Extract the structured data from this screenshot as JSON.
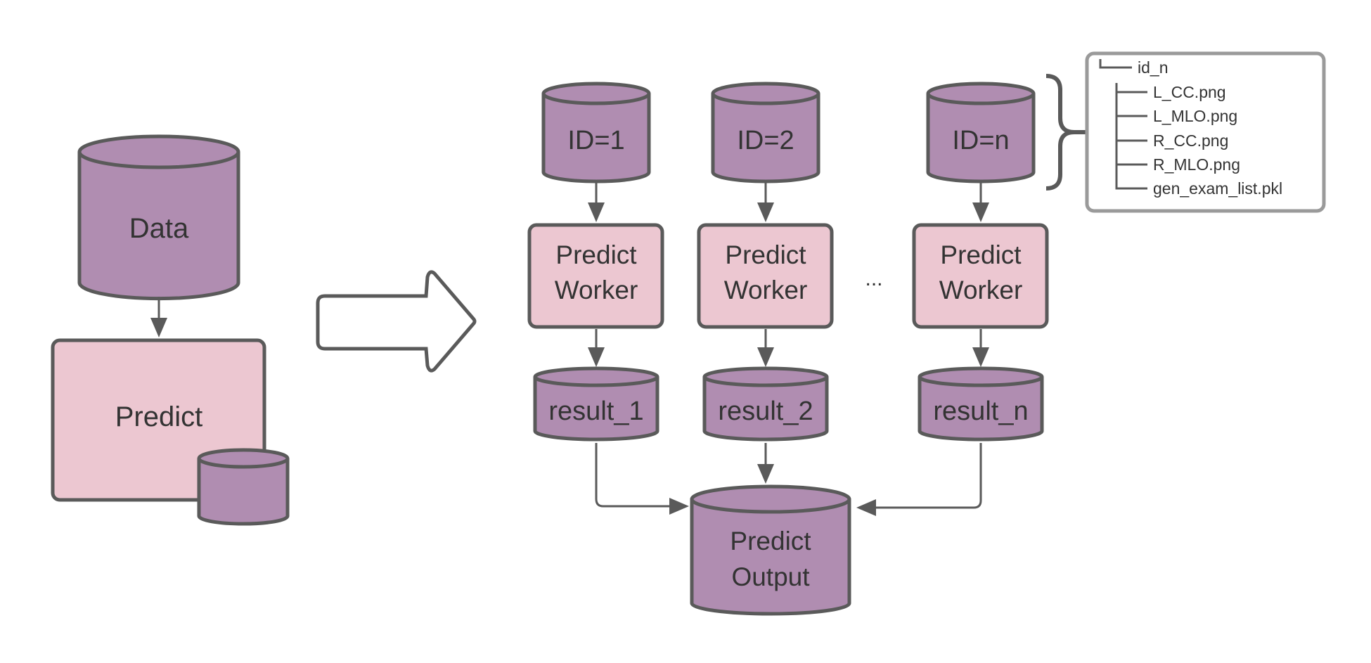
{
  "colors": {
    "cylinder_fill": "#b08db1",
    "box_fill": "#ecc7d1",
    "stroke": "#5a5a5a",
    "tree_border": "#9a9a9a"
  },
  "left": {
    "data_label": "Data",
    "predict_label": "Predict"
  },
  "ids": [
    "ID=1",
    "ID=2",
    "ID=n"
  ],
  "workers": {
    "line1": "Predict",
    "line2": "Worker"
  },
  "ellipsis": "...",
  "results": [
    "result_1",
    "result_2",
    "result_n"
  ],
  "output": {
    "line1": "Predict",
    "line2": "Output"
  },
  "tree": {
    "root": "id_n",
    "files": [
      "L_CC.png",
      "L_MLO.png",
      "R_CC.png",
      "R_MLO.png",
      "gen_exam_list.pkl"
    ]
  }
}
